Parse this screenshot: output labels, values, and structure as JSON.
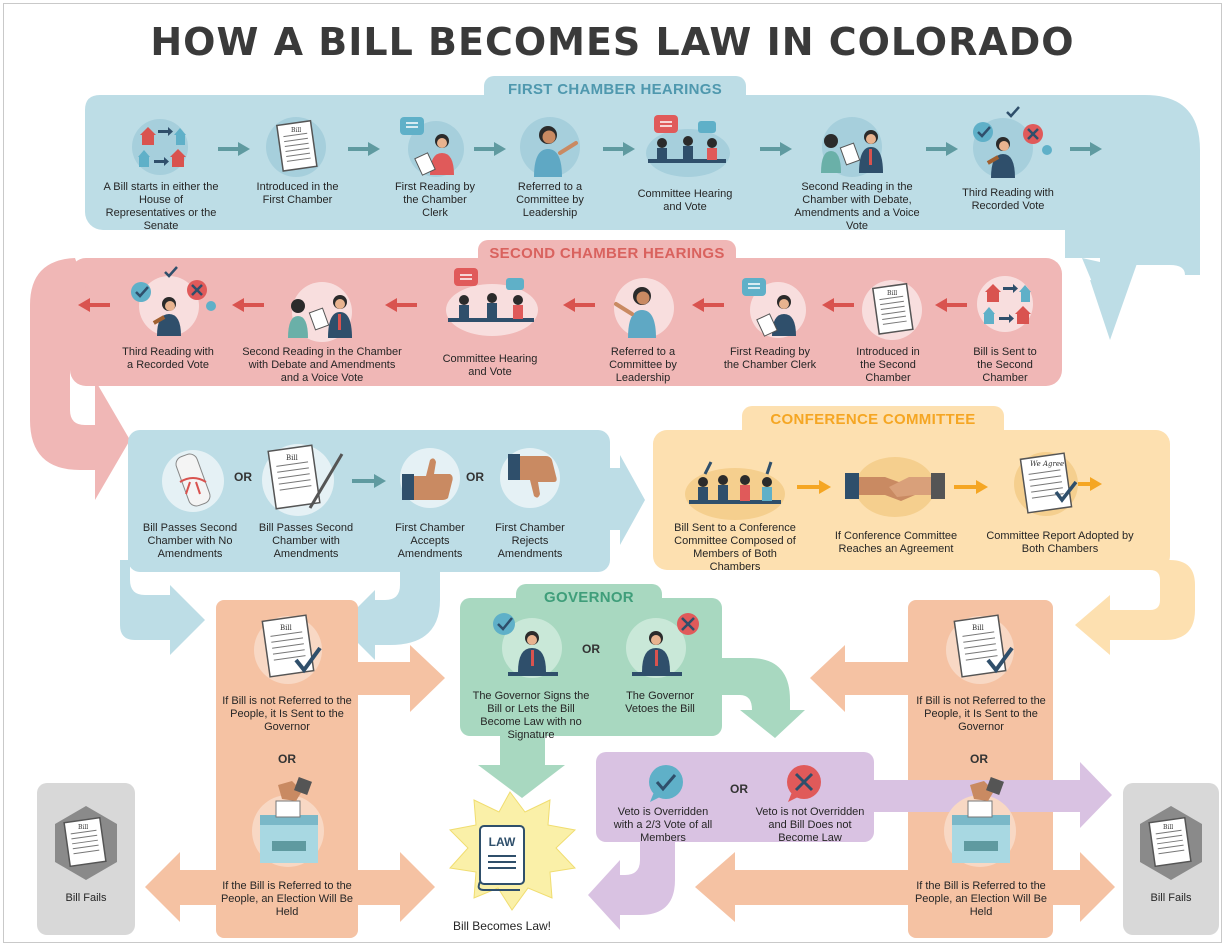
{
  "title": "HOW A BILL BECOMES LAW IN COLORADO",
  "colors": {
    "first_chamber": "#bddde6",
    "first_chamber_header": "#7fb6c9",
    "second_chamber": "#f0b7b6",
    "second_chamber_header": "#e07a78",
    "conference": "#fde0b0",
    "conference_header": "#f5a83a",
    "governor": "#a8d8c0",
    "governor_header": "#4fae88",
    "referral": "#f5c2a3",
    "override": "#d9c2e2",
    "fail": "#d8d8d8",
    "law_burst": "#faf0a8",
    "arrow_teal": "#5f9aa0",
    "arrow_red": "#d9534f",
    "arrow_orange": "#f5a623"
  },
  "first_chamber": {
    "header": "FIRST CHAMBER HEARINGS",
    "steps": [
      {
        "icon": "house-senate-icon",
        "label": "A Bill starts in either the House of Representatives or the Senate"
      },
      {
        "icon": "bill-document-icon",
        "label": "Introduced in the First Chamber"
      },
      {
        "icon": "clerk-reading-icon",
        "label": "First Reading by the Chamber Clerk"
      },
      {
        "icon": "leader-pointing-icon",
        "label": "Referred to a Committee by Leadership"
      },
      {
        "icon": "committee-table-icon",
        "label": "Committee Hearing and Vote"
      },
      {
        "icon": "debate-icon",
        "label": "Second Reading in the Chamber with Debate, Amendments and a Voice Vote"
      },
      {
        "icon": "recorded-vote-icon",
        "label": "Third Reading with Recorded Vote"
      }
    ]
  },
  "second_chamber": {
    "header": "SECOND CHAMBER HEARINGS",
    "steps": [
      {
        "icon": "house-senate-icon",
        "label": "Bill is Sent to the Second Chamber"
      },
      {
        "icon": "bill-document-icon",
        "label": "Introduced in the Second Chamber"
      },
      {
        "icon": "clerk-reading-icon",
        "label": "First Reading by the Chamber Clerk"
      },
      {
        "icon": "leader-pointing-icon",
        "label": "Referred to a Committee by Leadership"
      },
      {
        "icon": "committee-table-icon",
        "label": "Committee Hearing and Vote"
      },
      {
        "icon": "debate-icon",
        "label": "Second Reading in the Chamber with Debate and Amendments and a Voice Vote"
      },
      {
        "icon": "recorded-vote-icon",
        "label": "Third Reading with a Recorded Vote"
      }
    ]
  },
  "outcomes": {
    "no_amend": "Bill Passes Second Chamber with No Amendments",
    "with_amend": "Bill Passes Second Chamber with Amendments",
    "accepts": "First Chamber Accepts Amendments",
    "rejects": "First Chamber Rejects Amendments",
    "or": "OR"
  },
  "conference": {
    "header": "CONFERENCE COMMITTEE",
    "steps": [
      {
        "icon": "conference-table-icon",
        "label": "Bill Sent to a Conference Committee Composed of Members of Both Chambers"
      },
      {
        "icon": "handshake-icon",
        "label": "If Conference Committee Reaches an Agreement"
      },
      {
        "icon": "we-agree-document-icon",
        "label": "Committee Report Adopted by Both Chambers"
      }
    ]
  },
  "referral": {
    "sent_governor": "If Bill is not Referred to the People, it Is Sent to the Governor",
    "election": "If the Bill is Referred to the People, an Election Will Be Held",
    "or": "OR"
  },
  "governor": {
    "header": "GOVERNOR",
    "signs": "The Governor Signs the Bill or Lets the Bill Become Law with no Signature",
    "vetoes": "The Governor Vetoes the Bill",
    "or": "OR"
  },
  "veto": {
    "overridden": "Veto is Overridden with a 2/3 Vote of all Members",
    "not_overridden": "Veto is not Overridden and Bill Does not Become Law",
    "or": "OR"
  },
  "law": {
    "badge": "LAW",
    "label": "Bill Becomes Law!"
  },
  "fail": {
    "left": "Bill Fails",
    "right": "Bill Fails",
    "doc_word": "Bill"
  },
  "doc_words": {
    "bill": "Bill",
    "we_agree": "We Agree"
  }
}
